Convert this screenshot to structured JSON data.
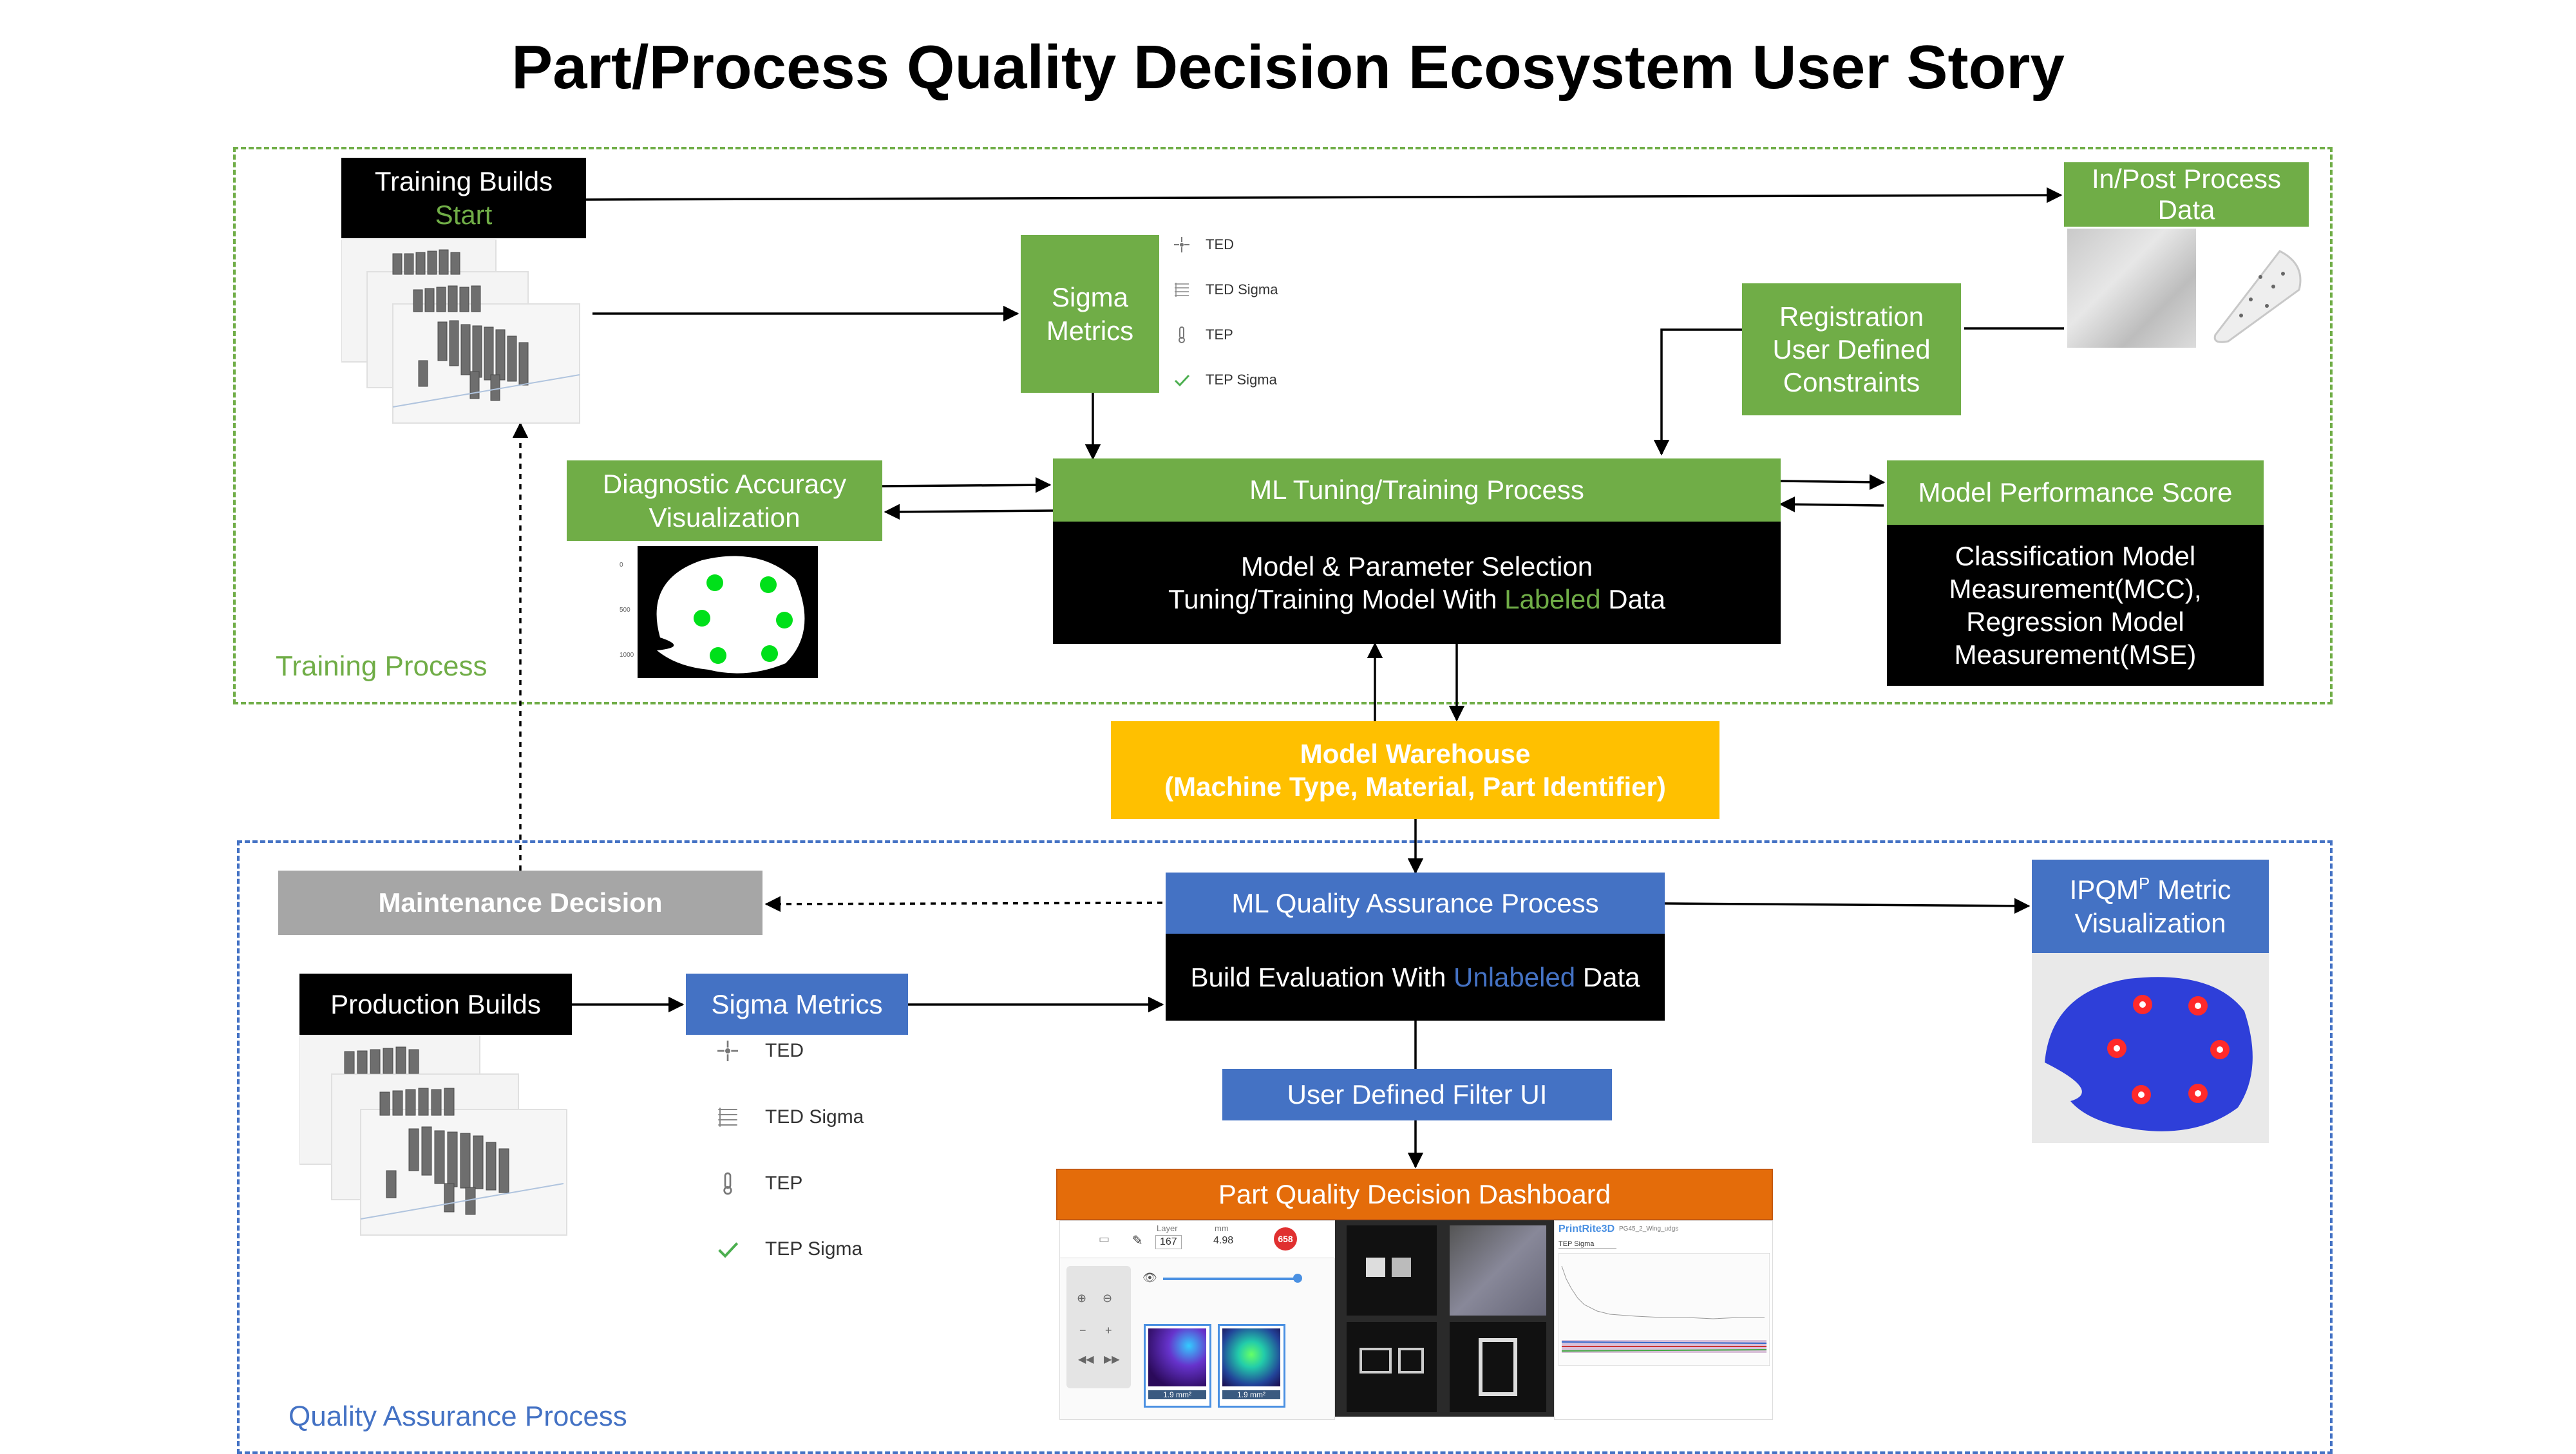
{
  "title": "Part/Process Quality Decision Ecosystem User Story",
  "colors": {
    "green": "#70ad47",
    "blue": "#4472c4",
    "black": "#000000",
    "gray": "#a6a6a6",
    "gold": "#ffc000",
    "orange": "#e46c0a"
  },
  "regions": {
    "training": "Training Process",
    "qa": "Quality Assurance Process"
  },
  "training_builds": {
    "line1": "Training Builds",
    "line2": "Start"
  },
  "in_post_data": {
    "line1": "In/Post Process",
    "line2": "Data"
  },
  "sigma_metrics_top": {
    "line1": "Sigma",
    "line2": "Metrics"
  },
  "metrics_top": [
    {
      "label": "TED",
      "icon": "crosshair-icon"
    },
    {
      "label": "TED Sigma",
      "icon": "grid-icon"
    },
    {
      "label": "TEP",
      "icon": "thermometer-icon"
    },
    {
      "label": "TEP Sigma",
      "icon": "check-icon"
    }
  ],
  "registration": {
    "line1": "Registration",
    "line2": "User Defined",
    "line3": "Constraints"
  },
  "diagnostic": {
    "line1": "Diagnostic Accuracy",
    "line2": "Visualization"
  },
  "ml_tuning": {
    "header": "ML Tuning/Training Process",
    "line1": "Model & Parameter Selection",
    "line2_pre": "Tuning/Training Model With ",
    "line2_hl": "Labeled",
    "line2_post": " Data"
  },
  "model_score": {
    "header": "Model Performance Score",
    "line1": "Classification Model",
    "line2": "Measurement(MCC),",
    "line3": "Regression Model",
    "line4": "Measurement(MSE)"
  },
  "warehouse": {
    "line1": "Model Warehouse",
    "line2": "(Machine Type, Material, Part Identifier)"
  },
  "maintenance": "Maintenance Decision",
  "ml_qa": {
    "header": "ML Quality Assurance Process",
    "line1_pre": "Build Evaluation With ",
    "line1_hl": "Unlabeled",
    "line1_post": " Data"
  },
  "ipqm": {
    "main": "IPQM",
    "sup": "P",
    "rest": " Metric",
    "line2": "Visualization"
  },
  "production_builds": "Production Builds",
  "sigma_metrics_bottom": "Sigma Metrics",
  "metrics_bottom": [
    {
      "label": "TED",
      "icon": "crosshair-icon"
    },
    {
      "label": "TED Sigma",
      "icon": "grid-icon"
    },
    {
      "label": "TEP",
      "icon": "thermometer-icon"
    },
    {
      "label": "TEP Sigma",
      "icon": "check-icon"
    }
  ],
  "filter_ui": "User Defined Filter UI",
  "dashboard": {
    "header": "Part Quality Decision Dashboard",
    "layer_label": "Layer",
    "layer_value": "167",
    "mm_label": "mm",
    "mm_value": "4.98",
    "badge": "658",
    "tile1": "1.9 mm²",
    "tile2": "1.9 mm²",
    "app_name": "PrintRite3D",
    "app_file": "PG45_2_Wing_udgs",
    "dropdown": "TEP Sigma"
  }
}
